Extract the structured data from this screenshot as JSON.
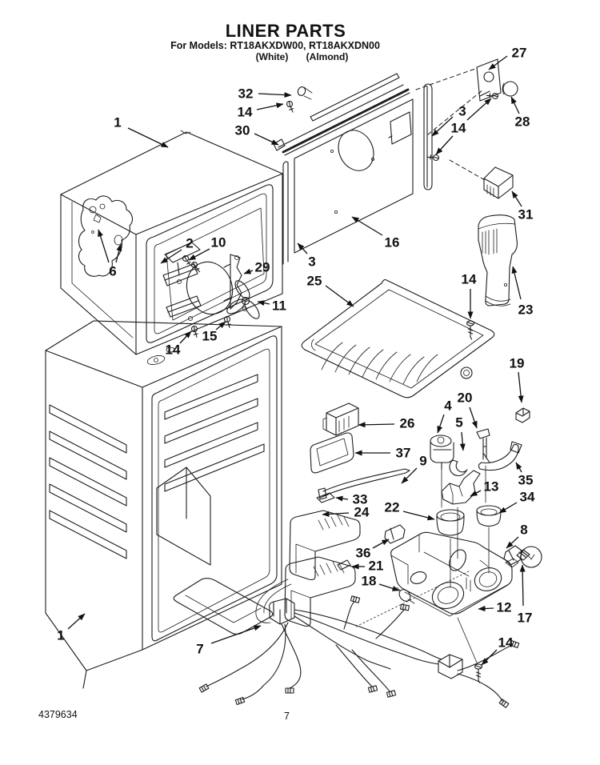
{
  "header": {
    "title": "LINER PARTS",
    "models_line": "For Models: RT18AKXDW00, RT18AKXDN00",
    "finish_left": "(White)",
    "finish_right": "(Almond)"
  },
  "diagram": {
    "callouts": [
      {
        "label": "1"
      },
      {
        "label": "32"
      },
      {
        "label": "14"
      },
      {
        "label": "30"
      },
      {
        "label": "27"
      },
      {
        "label": "28"
      },
      {
        "label": "3"
      },
      {
        "label": "14"
      },
      {
        "label": "31"
      },
      {
        "label": "16"
      },
      {
        "label": "3"
      },
      {
        "label": "25"
      },
      {
        "label": "23"
      },
      {
        "label": "14"
      },
      {
        "label": "2"
      },
      {
        "label": "10"
      },
      {
        "label": "29"
      },
      {
        "label": "11"
      },
      {
        "label": "15"
      },
      {
        "label": "14"
      },
      {
        "label": "6"
      },
      {
        "label": "19"
      },
      {
        "label": "4"
      },
      {
        "label": "20"
      },
      {
        "label": "5"
      },
      {
        "label": "26"
      },
      {
        "label": "37"
      },
      {
        "label": "9"
      },
      {
        "label": "13"
      },
      {
        "label": "35"
      },
      {
        "label": "34"
      },
      {
        "label": "33"
      },
      {
        "label": "24"
      },
      {
        "label": "22"
      },
      {
        "label": "36"
      },
      {
        "label": "21"
      },
      {
        "label": "18"
      },
      {
        "label": "8"
      },
      {
        "label": "17"
      },
      {
        "label": "12"
      },
      {
        "label": "14"
      },
      {
        "label": "7"
      },
      {
        "label": "1"
      }
    ]
  },
  "footer": {
    "document_number": "4379634",
    "page_number": "7"
  }
}
